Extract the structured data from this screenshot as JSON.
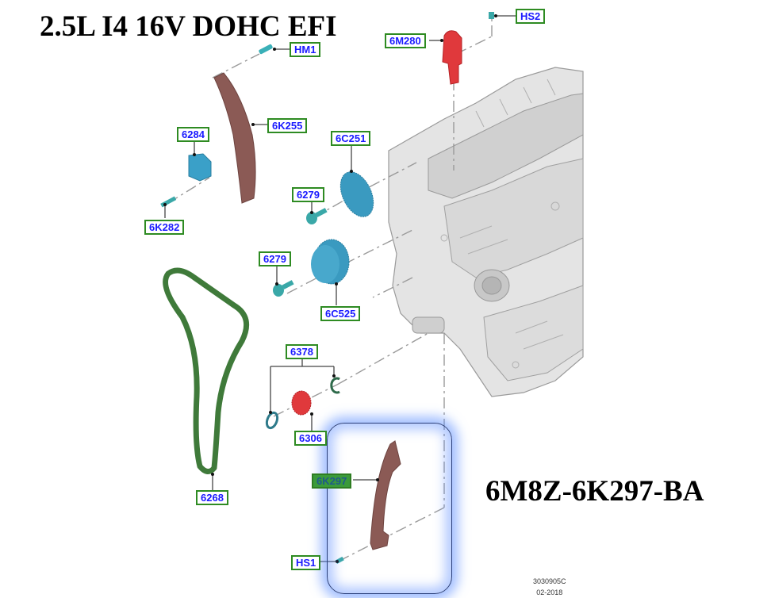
{
  "header": {
    "engine_title": "2.5L I4 16V DOHC EFI"
  },
  "selected_part": {
    "part_number": "6M8Z-6K297-BA",
    "callout": "6K297"
  },
  "footer": {
    "illustration_id": "3030905C",
    "date": "02-2018"
  },
  "colors": {
    "callout_border": "#2e8b22",
    "callout_text": "#1a1aff",
    "guide": "#8b5a55",
    "tensioner": "#3aa0c8",
    "chain": "#3f7a3a",
    "solenoid": "#e0393c",
    "highlight": "#5a8cff"
  },
  "callouts": [
    {
      "id": "HS2",
      "label": "HS2"
    },
    {
      "id": "6M280",
      "label": "6M280"
    },
    {
      "id": "HM1",
      "label": "HM1"
    },
    {
      "id": "6K255",
      "label": "6K255"
    },
    {
      "id": "6284",
      "label": "6284"
    },
    {
      "id": "6C251",
      "label": "6C251"
    },
    {
      "id": "6279a",
      "label": "6279"
    },
    {
      "id": "6K282",
      "label": "6K282"
    },
    {
      "id": "6279b",
      "label": "6279"
    },
    {
      "id": "6C525",
      "label": "6C525"
    },
    {
      "id": "6378",
      "label": "6378"
    },
    {
      "id": "6306",
      "label": "6306"
    },
    {
      "id": "6K297",
      "label": "6K297"
    },
    {
      "id": "6268",
      "label": "6268"
    },
    {
      "id": "HS1",
      "label": "HS1"
    }
  ]
}
